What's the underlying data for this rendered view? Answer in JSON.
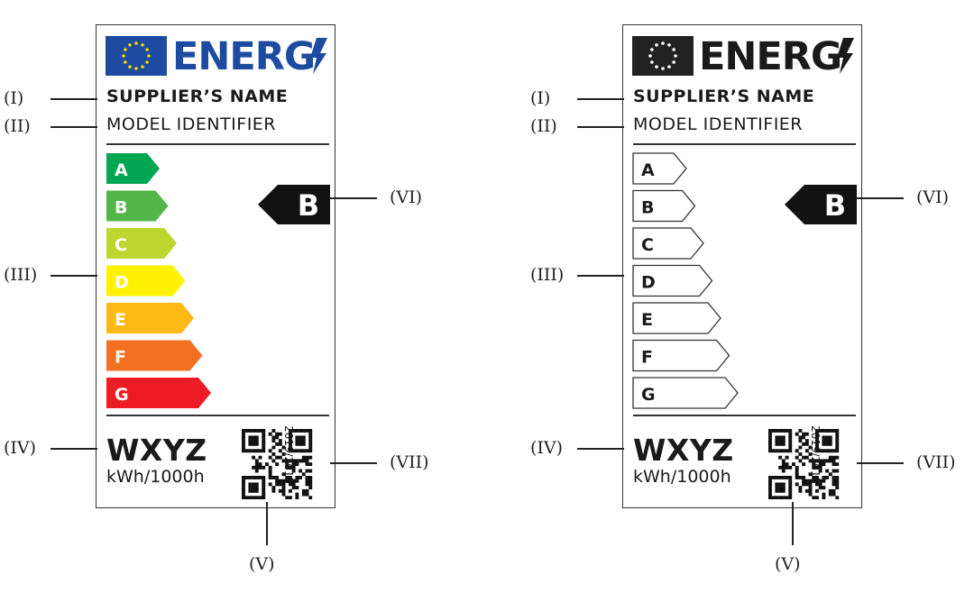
{
  "annotations": {
    "supplier": "(I)",
    "model": "(II)",
    "scale": "(III)",
    "consumption": "(IV)",
    "qr": "(V)",
    "class": "(VI)",
    "regulation": "(VII)"
  },
  "label": {
    "brand": "ENERG",
    "supplier_name": "SUPPLIER’S NAME",
    "model_identifier": "MODEL IDENTIFIER",
    "classes": [
      "A",
      "B",
      "C",
      "D",
      "E",
      "F",
      "G"
    ],
    "selected_class": "B",
    "consumption_value": "WXYZ",
    "consumption_unit": "kWh/1000h",
    "regulation": "2019/2015"
  },
  "colors": {
    "colour_variant": {
      "flag": "#1d4ba0",
      "stars": "#f5d100",
      "classes": [
        "#00a651",
        "#52b748",
        "#bed630",
        "#fff200",
        "#fdb913",
        "#f37021",
        "#ed1c24"
      ]
    },
    "mono_variant": {
      "flag": "#222222",
      "stars": "#ffffff",
      "class_fill": "#ffffff",
      "class_stroke": "#333333"
    },
    "brand_blue": "#1d4ba0",
    "marker": "#111111"
  }
}
